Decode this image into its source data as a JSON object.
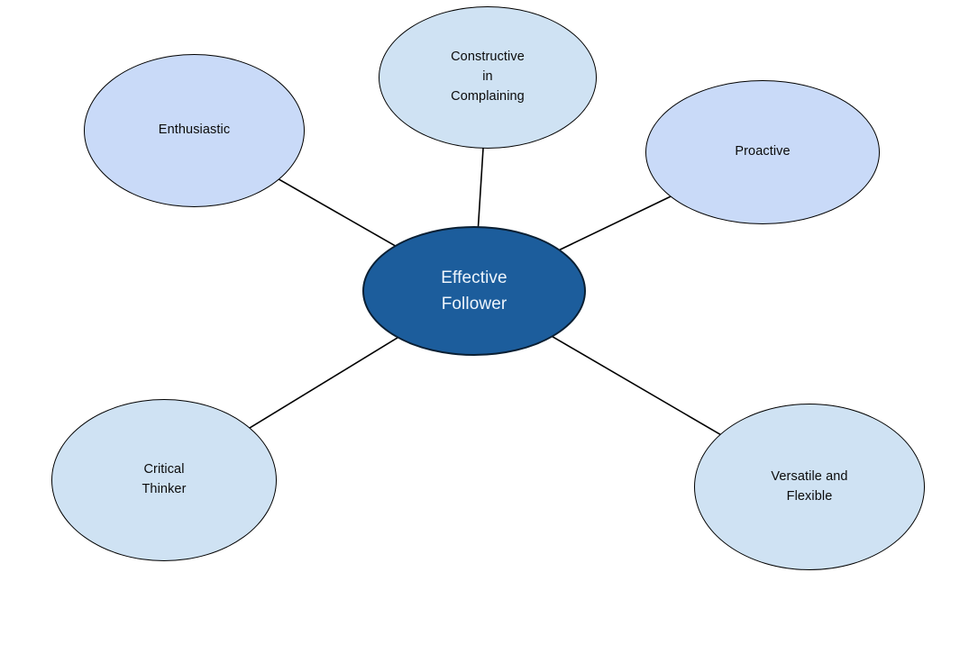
{
  "diagram": {
    "type": "mind-map",
    "background_color": "#ffffff",
    "connector_color": "#000000",
    "outline_color": "#000000",
    "center": {
      "label": "Effective\nFollower",
      "fill": "#1c5d9c",
      "text_color": "#eef5fc"
    },
    "nodes": [
      {
        "id": "constructive",
        "label": "Constructive\nin\nComplaining",
        "fill": "#cfe2f3"
      },
      {
        "id": "enthusiastic",
        "label": "Enthusiastic",
        "fill": "#c9daf8"
      },
      {
        "id": "proactive",
        "label": "Proactive",
        "fill": "#c9daf8"
      },
      {
        "id": "critical",
        "label": "Critical\nThinker",
        "fill": "#cfe2f3"
      },
      {
        "id": "versatile",
        "label": "Versatile and\nFlexible",
        "fill": "#cfe2f3"
      }
    ]
  }
}
